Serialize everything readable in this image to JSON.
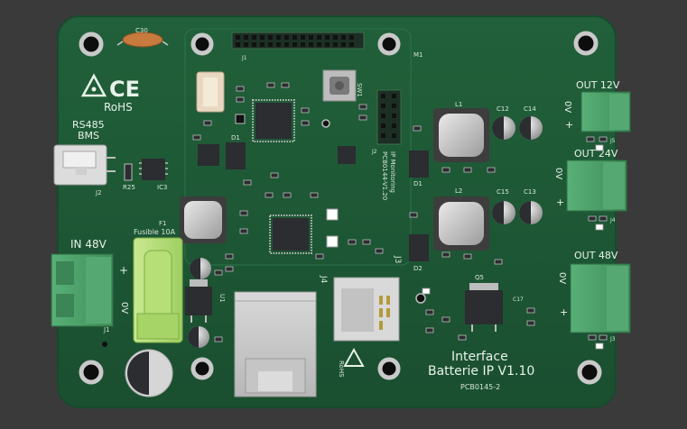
{
  "board": {
    "title_line1": "Interface",
    "title_line2": "Batterie IP V1.10",
    "part_number": "PCB0145-2",
    "vertical_label_1": "PCB0144-V1.20",
    "vertical_label_2": "IP Monitoring",
    "rohs_top": "RoHS",
    "rohs_bottom": "RoHS",
    "ce_mark": "CE",
    "colors": {
      "background": "#3a3a3a",
      "pcb": "#1f5a37",
      "pcb_dark": "#174a2c",
      "terminal_green": "#4ea06a",
      "ic_black": "#2b2d30",
      "silk": "#e8f2ea"
    }
  },
  "connectors": {
    "rs485_label_1": "RS485",
    "rs485_label_2": "BMS",
    "in_48v": "IN 48V",
    "out_12v": "OUT 12V",
    "out_24v": "OUT 24V",
    "out_48v": "OUT 48V",
    "zero_v": "0V",
    "plus": "+",
    "fuse_label": "Fusible 10A",
    "fuse_ref": "F1"
  },
  "refs": {
    "c30": "C30",
    "j1": "J1",
    "j2": "J2",
    "j3": "J3",
    "j4": "J4",
    "j5": "J5",
    "m1": "M1",
    "sw1": "SW1",
    "d1": "D1",
    "d2": "D2",
    "l1": "L1",
    "l2": "L2",
    "c12": "C12",
    "c13": "C13",
    "c14": "C14",
    "c15": "C15",
    "c17": "C17",
    "r25": "R25",
    "ic3": "IC3",
    "q5": "Q5",
    "u1": "U1"
  }
}
